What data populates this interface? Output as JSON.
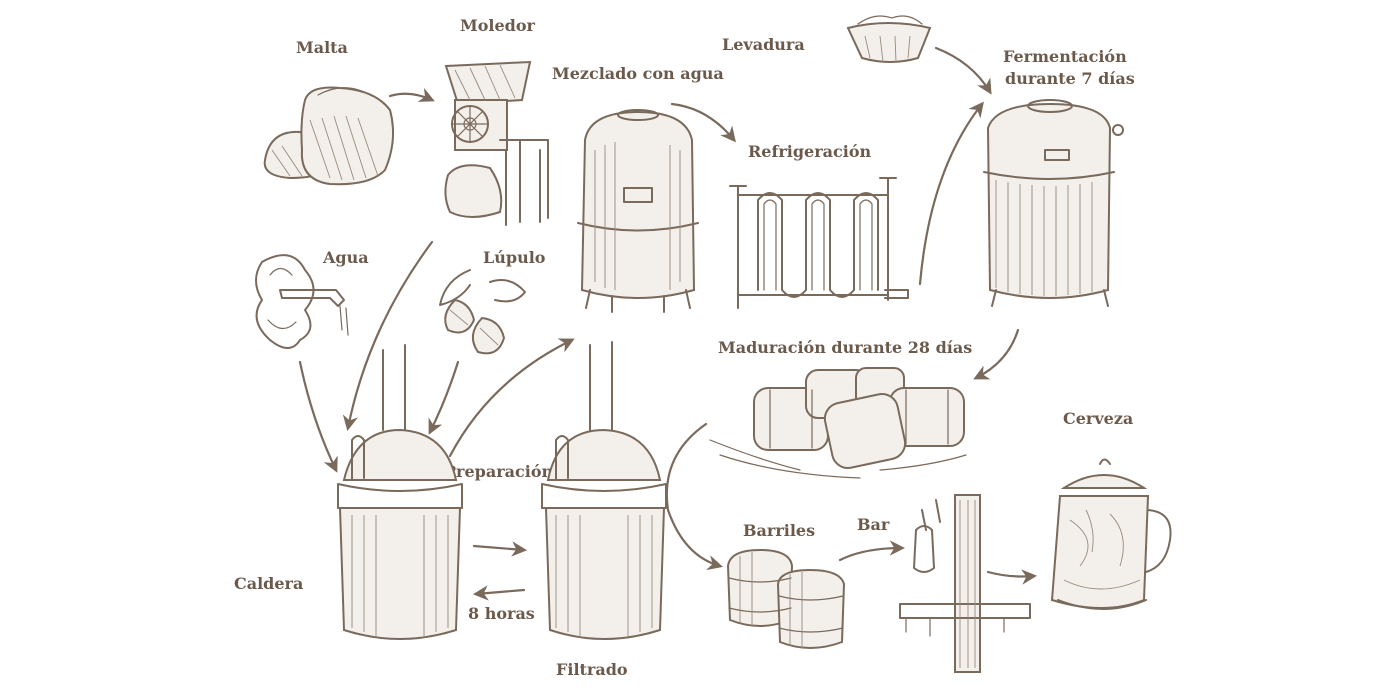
{
  "labels": {
    "malta": "Malta",
    "moledor": "Moledor",
    "mezclado": "Mezclado con agua",
    "levadura": "Levadura",
    "fermentacion_1": "Fermentación",
    "fermentacion_2": "durante 7 días",
    "refrigeracion": "Refrigeración",
    "agua": "Agua",
    "lupulo": "Lúpulo",
    "maduracion": "Maduración durante 28 días",
    "cerveza": "Cerveza",
    "preparacion": "Preparación",
    "barriles": "Barriles",
    "bar": "Bar",
    "caldera": "Caldera",
    "ocho_horas": "8 horas",
    "filtrado": "Filtrado"
  },
  "colors": {
    "ink": "#7a6a5c",
    "text": "#6b5a4c",
    "background": "#ffffff"
  }
}
